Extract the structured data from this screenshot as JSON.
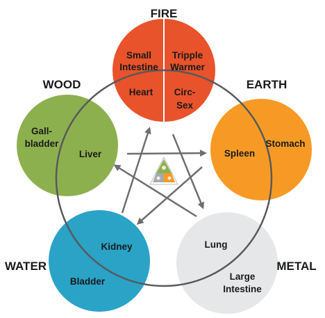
{
  "elements": {
    "fire": {
      "label": "FIRE",
      "color": "#e8532b",
      "organs": [
        "Small",
        "Intestine",
        "Tripple",
        "Warmer",
        "Heart",
        "Circ-",
        "Sex"
      ]
    },
    "earth": {
      "label": "EARTH",
      "color": "#f79a25",
      "organs": [
        "Spleen",
        "Stomach"
      ]
    },
    "metal": {
      "label": "METAL",
      "color": "#e6e7e8",
      "organs": [
        "Lung",
        "Large",
        "Intestine"
      ]
    },
    "water": {
      "label": "WATER",
      "color": "#2aa3c7",
      "organs": [
        "Kidney",
        "Bladder"
      ]
    },
    "wood": {
      "label": "WOOD",
      "color": "#8db04f",
      "organs": [
        "Gall-",
        "bladder",
        "Liver"
      ]
    }
  },
  "center_icon": "five-elements-triangle-icon",
  "arrows": {
    "color": "#6d6e70",
    "cycle": "control"
  }
}
